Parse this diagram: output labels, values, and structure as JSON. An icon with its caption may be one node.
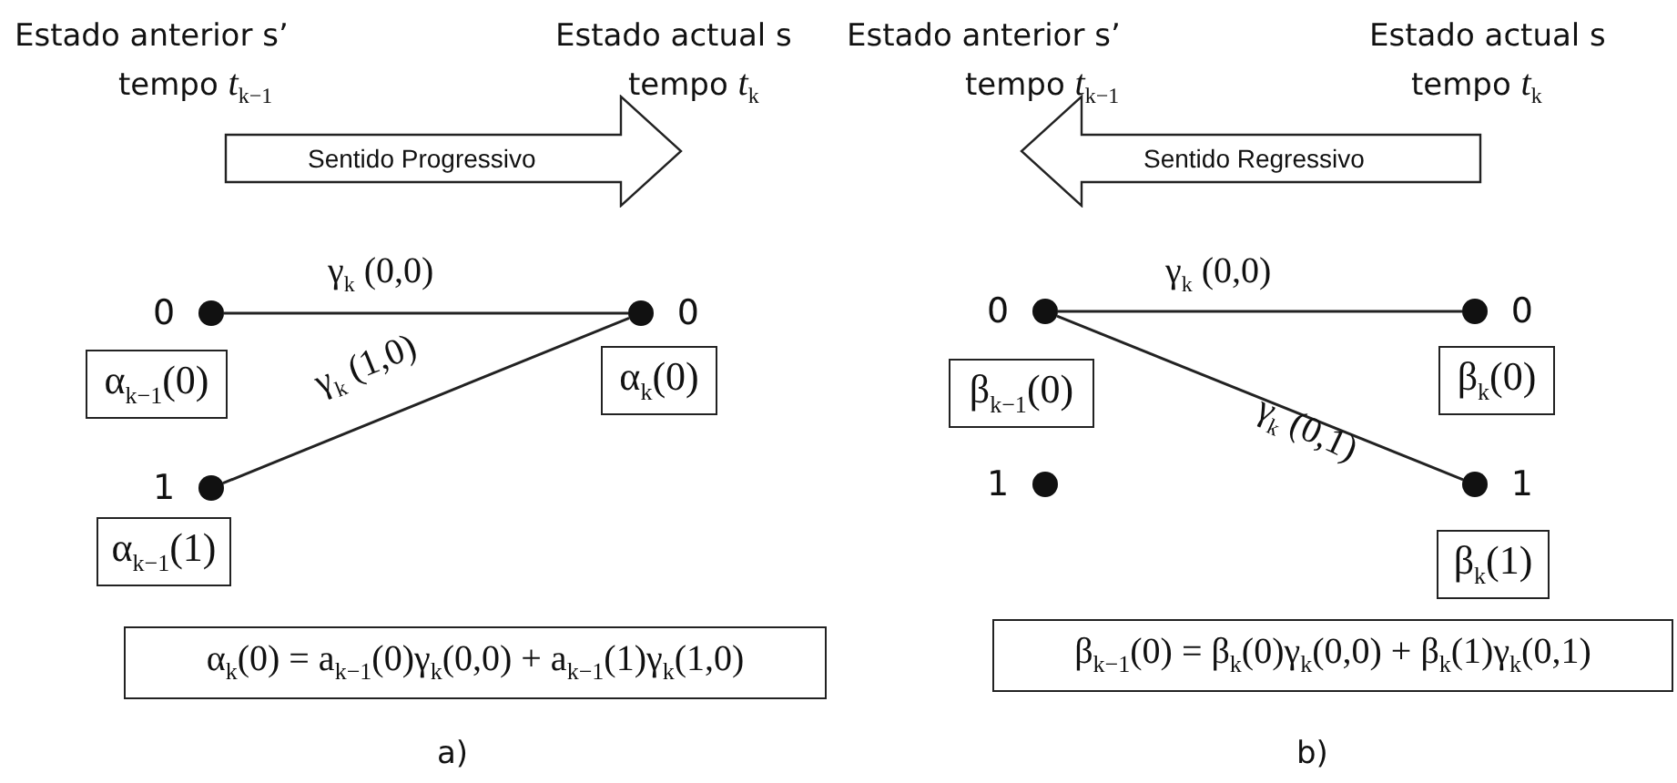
{
  "diagram": {
    "nodes": [
      {
        "text": [
          "Sentido Progressivo"
        ]
      },
      {
        "text": [],
        "shape": "circle",
        "beside": [
          "0"
        ]
      },
      {
        "text": [],
        "shape": "circle",
        "beside": [
          "0"
        ]
      },
      {
        "text": [
          "α$_{k−1}$(0)"
        ]
      },
      {
        "text": [
          "α$_{k}$(0)"
        ]
      },
      {
        "text": [],
        "shape": "circle",
        "beside": [
          "1"
        ]
      },
      {
        "text": [
          "α$_{k−1}$(1)"
        ]
      },
      {
        "text": [
          "α$_{k}$(0) = a$_{k−1}$(0)γ$_{k}$(0,0) + a$_{k−1}$(1)γ$_{k}$(1,0)"
        ]
      },
      {
        "text": [
          "Sentido Regressivo"
        ]
      },
      {
        "text": [],
        "shape": "circle",
        "beside": [
          "0"
        ]
      },
      {
        "text": [],
        "shape": "circle",
        "beside": [
          "0"
        ]
      },
      {
        "text": [
          "β$_{k−1}$(0)"
        ]
      },
      {
        "text": [
          "β$_{k}$(0)"
        ]
      },
      {
        "text": [],
        "shape": "circle",
        "beside": [
          "1"
        ]
      },
      {
        "text": [],
        "shape": "circle",
        "beside": [
          "1"
        ]
      },
      {
        "text": [
          "β$_{k}$(1)"
        ]
      },
      {
        "text": [
          "β$_{k−1}$(0) = β$_{k}$(0)γ$_{k}$(0,0) + β$_{k}$(1)γ$_{k}$(0,1)"
        ]
      }
    ],
    "edges": [
      {
        "from": 1,
        "to": 2,
        "arrow": "none",
        "label": "γ$_{k}$ (0,0)"
      },
      {
        "from": 5,
        "to": 2,
        "arrow": "none",
        "label": "γ$_{k}$ (1,0)"
      },
      {
        "from": 9,
        "to": 10,
        "arrow": "none",
        "label": "γ$_{k}$ (0,0)"
      },
      {
        "from": 9,
        "to": 14,
        "arrow": "none",
        "label": "γ$_{k}$ (0,1)"
      }
    ],
    "labels": [
      "Estado anterior s’",
      "Estado actual s",
      "tempo *t*$_{k−1}$",
      "tempo *t*$_{k}$",
      "Estado anterior s’",
      "Estado actual s",
      "tempo *t*$_{k−1}$",
      "tempo *t*$_{k}$",
      "a)",
      "b)"
    ]
  }
}
